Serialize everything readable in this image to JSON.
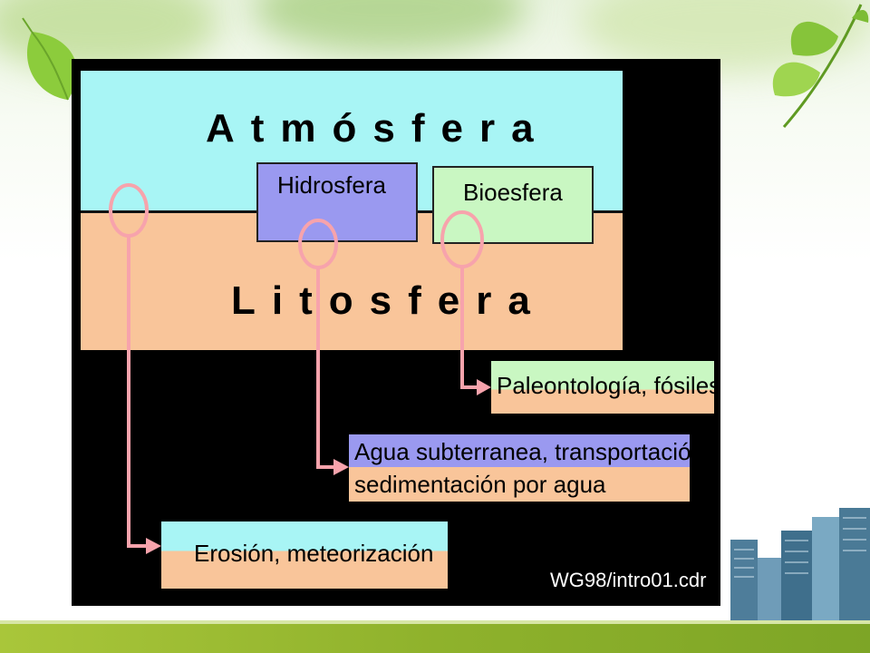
{
  "colors": {
    "atmosphere": "#a8f5f5",
    "lithosphere": "#f9c59a",
    "hydrosphere": "#9a99f0",
    "biosphere": "#c9f7c2",
    "connector": "#f7a3ac",
    "panel": "#000000",
    "bar": "#95b830"
  },
  "diagram": {
    "atmosphere_label": "Atmósfera",
    "lithosphere_label": "Litosfera",
    "hydrosphere_label": "Hidrosfera",
    "biosphere_label": "Bioesfera"
  },
  "results": {
    "paleo": "Paleontología, fósiles",
    "agua_line1": "Agua subterranea, transportación",
    "agua_line2": "sedimentación por agua",
    "erosion": "Erosión, meteorización"
  },
  "credit": "WG98/intro01.cdr"
}
